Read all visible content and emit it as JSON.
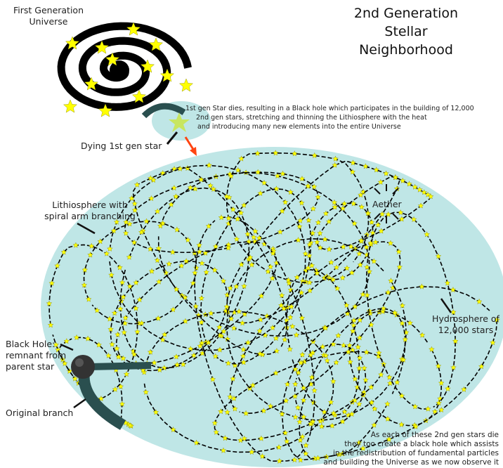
{
  "title": "2nd Generation Stellar Neighborhood",
  "labels": {
    "first_gen": "First Generation Universe",
    "dying_star": "Dying 1st gen star",
    "death_note": [
      "1st gen Star dies, resulting in a Black hole which participates in the building of 12,000",
      "2nd gen stars, stretching and thinning the Lithiosphere with the heat",
      "and introducing many new elements into the entire Universe"
    ],
    "lithiosphere": "Lithiosphere with spiral arm branching",
    "aether": "Aether",
    "hydrosphere": "Hydrosphere of 12,000 stars",
    "black_hole": "Black Hole: remnant from parent star",
    "original_branch": "Original branch",
    "footer_note": [
      "As each of these 2nd gen stars die",
      "they too create a black hole which assists",
      "in the redistribution of fundamental particles",
      "and building the Universe as we now observe it"
    ]
  },
  "colors": {
    "sphere": "#bfe6e6",
    "star": "#ffff00",
    "branch": "#2a4f4f",
    "arrow": "#ff4411"
  }
}
